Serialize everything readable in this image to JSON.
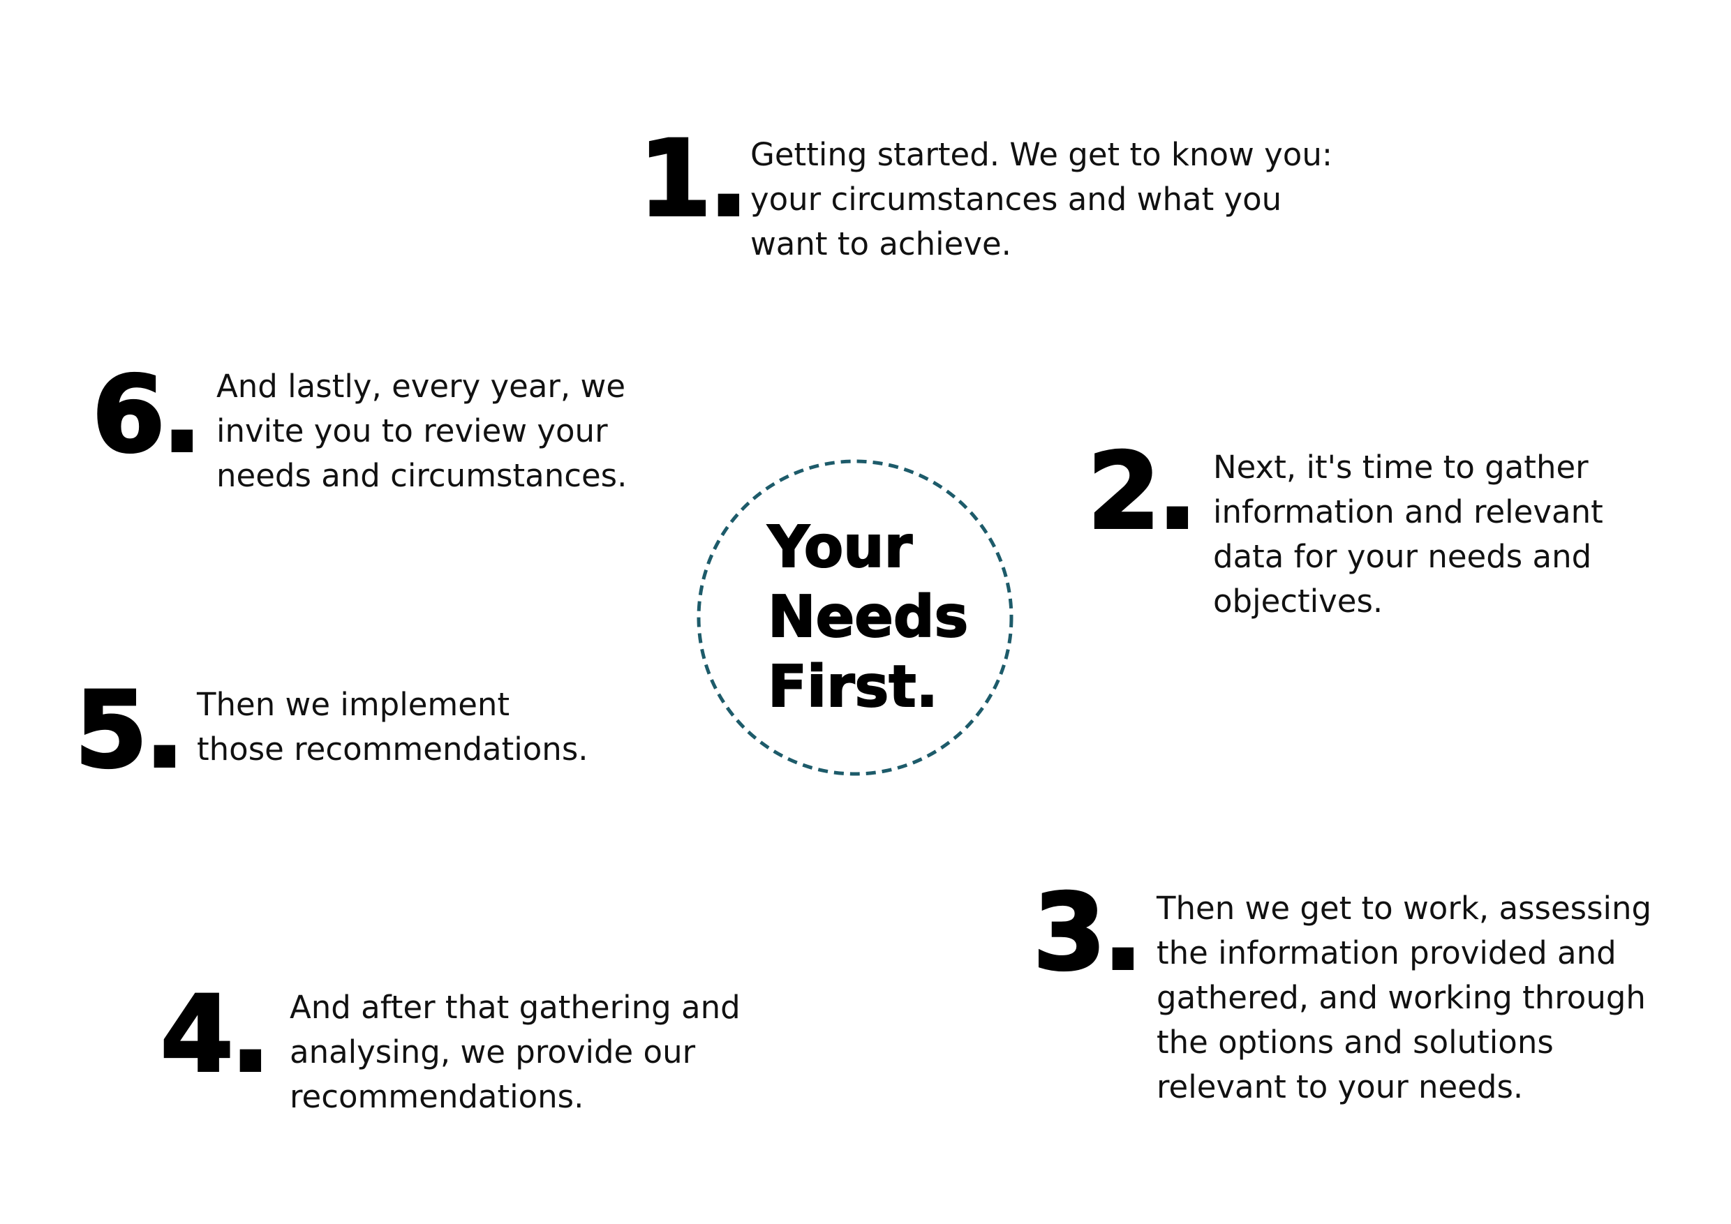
{
  "colors": {
    "circle_stroke": "#1d5b6a",
    "text": "#111111",
    "number": "#000000"
  },
  "center": {
    "lines": [
      "Your",
      "Needs",
      "First."
    ]
  },
  "steps": [
    {
      "number": "1.",
      "lines": [
        "Getting started. We get to know you:",
        "your circumstances and what you",
        "want to achieve."
      ]
    },
    {
      "number": "2.",
      "lines": [
        "Next, it's time to gather",
        "information and relevant",
        "data for your needs and",
        "objectives."
      ]
    },
    {
      "number": "3.",
      "lines": [
        "Then we get to work, assessing",
        "the information provided and",
        "gathered, and working through",
        "the options and solutions",
        "relevant to your needs."
      ]
    },
    {
      "number": "4.",
      "lines": [
        "And after that gathering and",
        "analysing, we provide our",
        "recommendations."
      ]
    },
    {
      "number": "5.",
      "lines": [
        "Then we implement",
        "those recommendations."
      ]
    },
    {
      "number": "6.",
      "lines": [
        "And lastly, every year, we",
        "invite you to review your",
        "needs and circumstances."
      ]
    }
  ]
}
